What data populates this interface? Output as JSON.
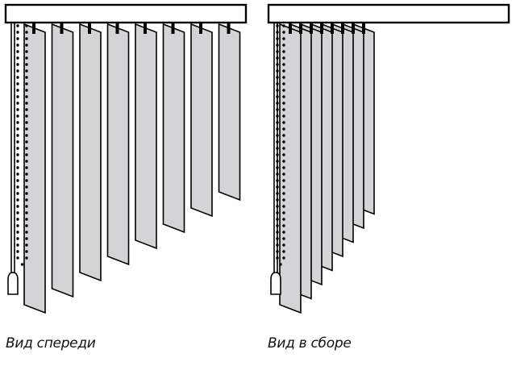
{
  "views": [
    {
      "id": "front",
      "caption": "Вид спереди",
      "slat_count": 8,
      "state": "open"
    },
    {
      "id": "stacked",
      "caption": "Вид в сборе",
      "slat_count": 8,
      "state": "stacked"
    }
  ],
  "colors": {
    "slat_fill": "#d4d4d6",
    "stroke": "#000000",
    "background": "#ffffff"
  }
}
